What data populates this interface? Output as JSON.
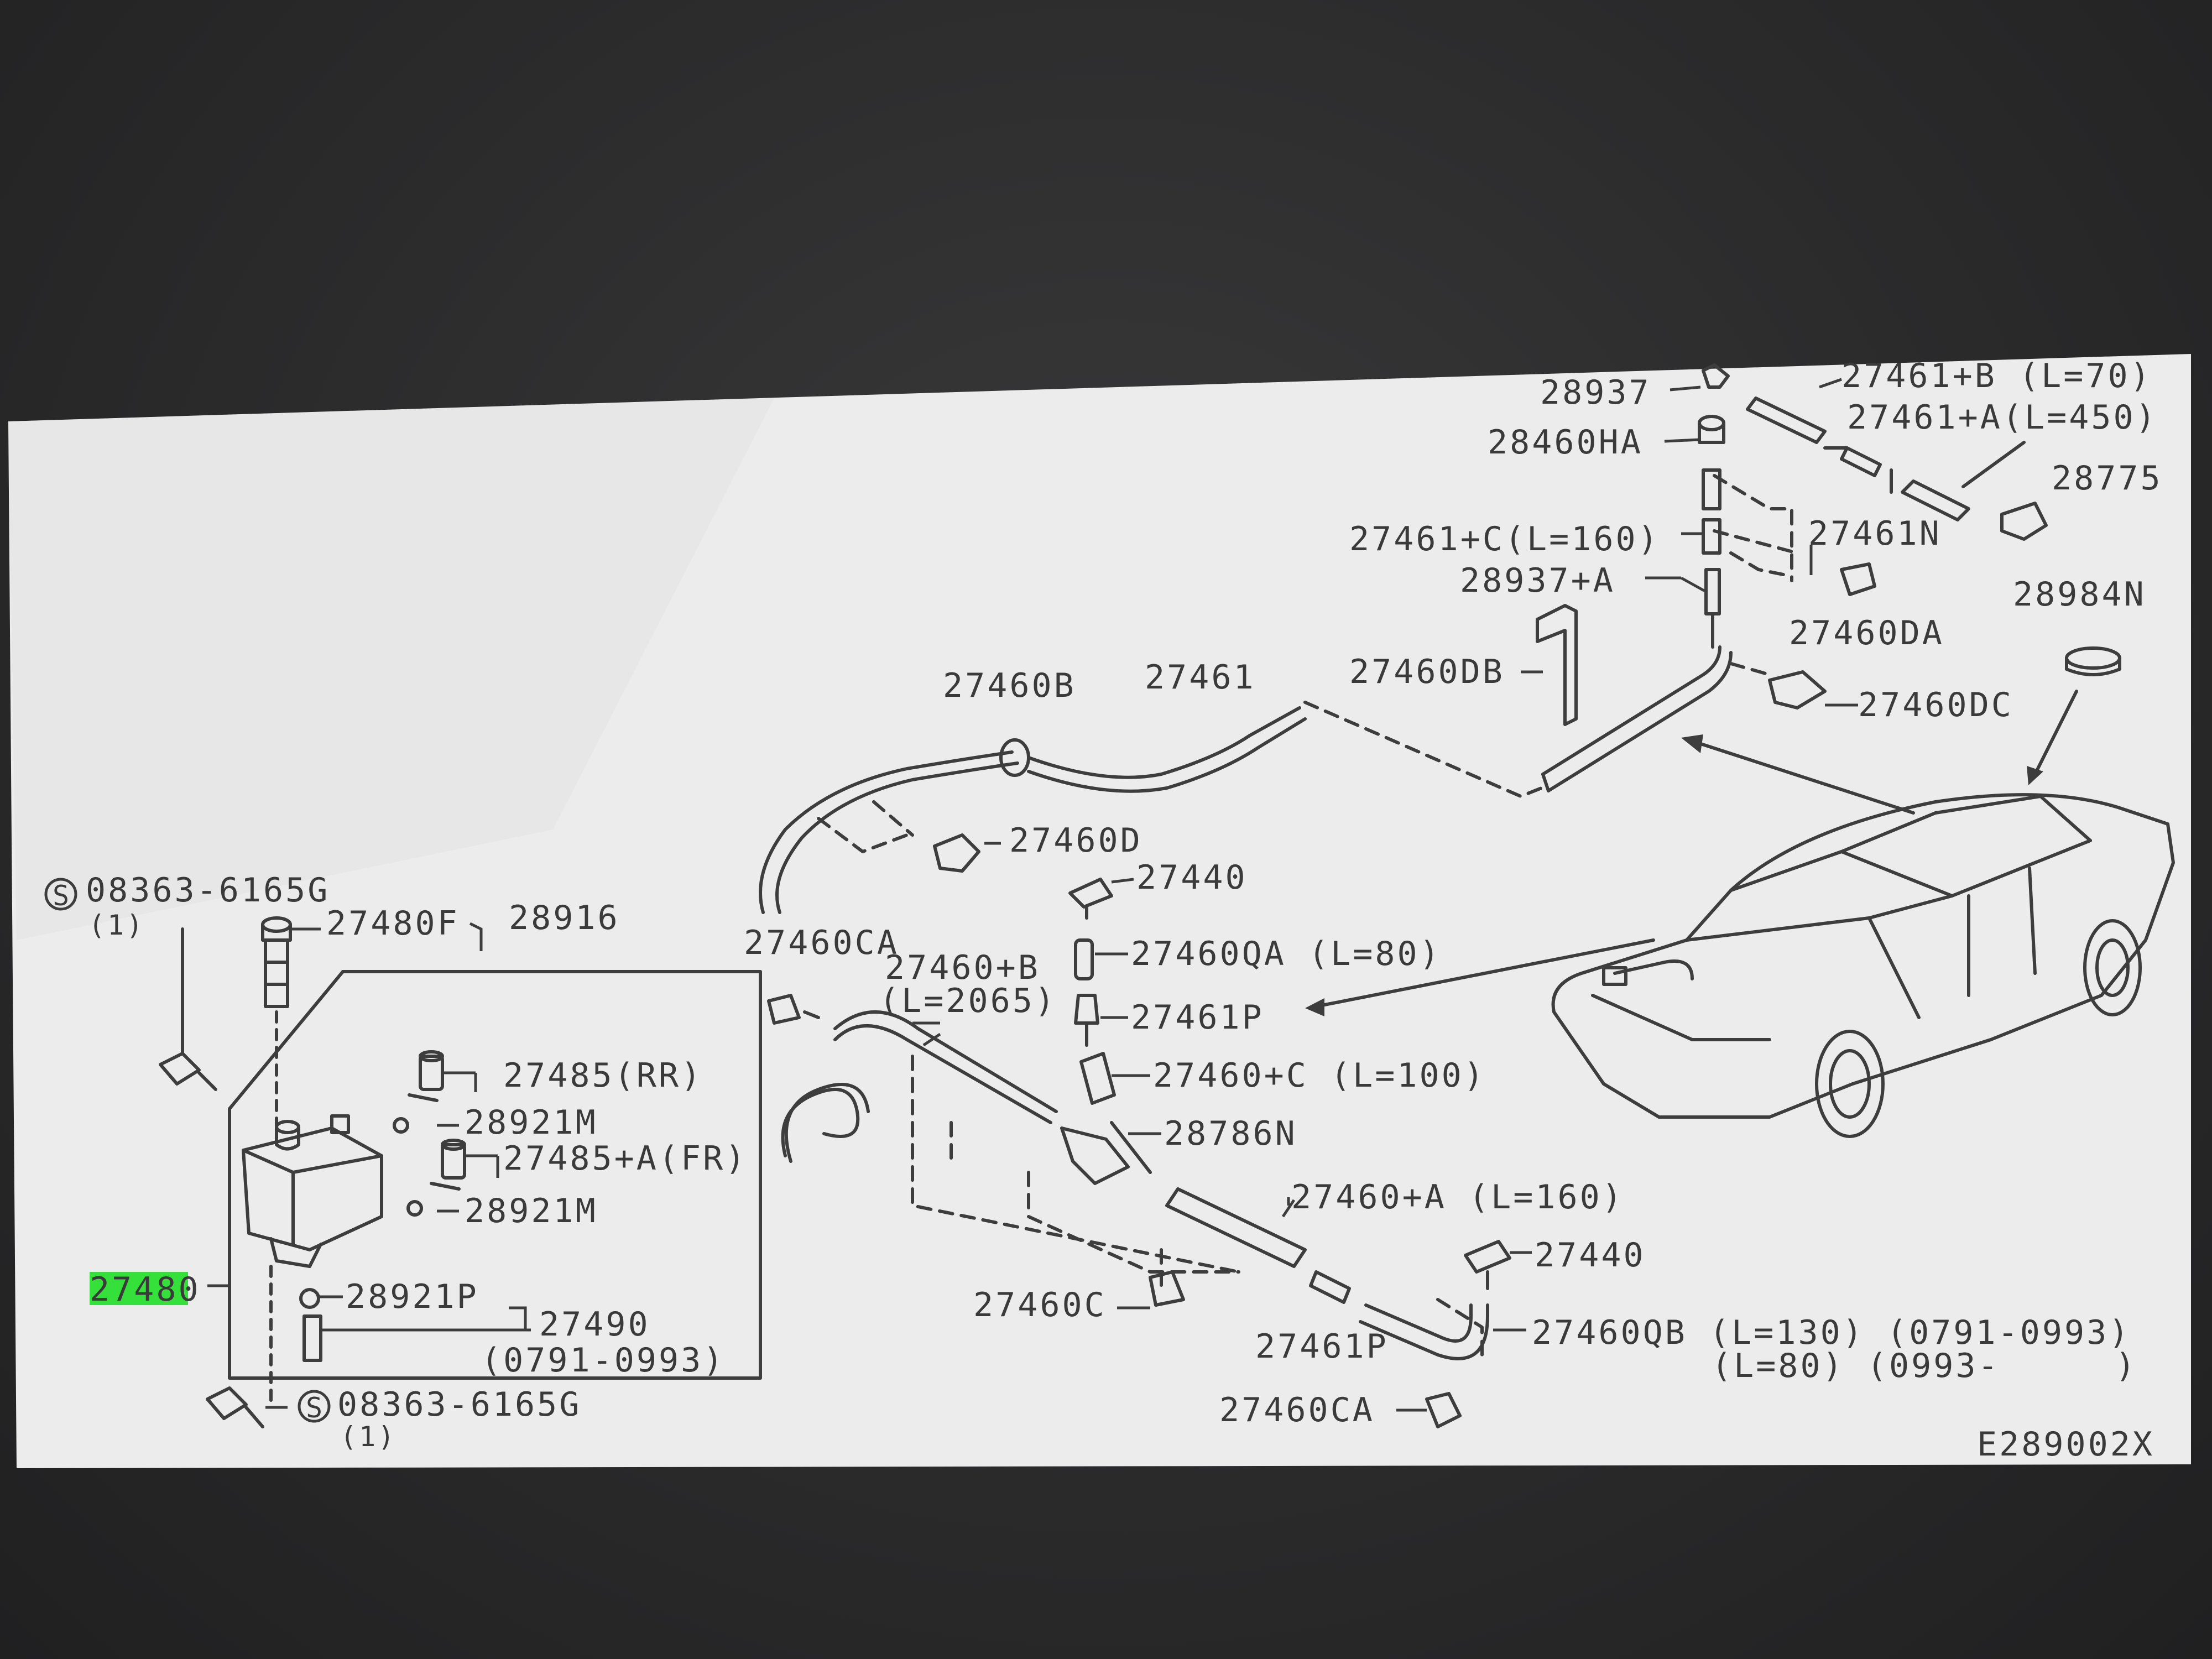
{
  "colors": {
    "paper": "#ededed",
    "ink": "#3d3d3d",
    "highlight": "#35e03a",
    "bezel": "#2f2f30"
  },
  "labels": {
    "p28937": "28937",
    "p27461_b": "27461+B (L=70)",
    "p28460ha": "28460HA",
    "p27461_a": "27461+A(L=450)",
    "p28775": "28775",
    "p27461_c": "27461+C(L=160)",
    "p27461n": "27461N",
    "p28937_a": "28937+A",
    "p28984n": "28984N",
    "p27460da": "27460DA",
    "p27460b": "27460B",
    "p27461": "27461",
    "p27460db": "27460DB",
    "p27460dc": "27460DC",
    "p27460d": "27460D",
    "p27440_top": "27440",
    "p08363_top": "08363-6165G",
    "p08363_top_qty": "(1)",
    "p27480f": "27480F",
    "p28916": "28916",
    "p27460ca_top": "27460CA",
    "p27460_b": "27460+B",
    "p27460_b_len": "(L=2065)",
    "p27460qa": "27460QA (L=80)",
    "p27461p_top": "27461P",
    "p27485rr": "27485(RR)",
    "p28921m_1": "28921M",
    "p27460_c": "27460+C (L=100)",
    "p28786n": "28786N",
    "p27485_a": "27485+A(FR)",
    "p28921m_2": "28921M",
    "p27460_a": "27460+A (L=160)",
    "p27480": "27480",
    "p28921p": "28921P",
    "p27440_bot": "27440",
    "p27490": "27490",
    "p27490_range": "(0791-0993)",
    "p27460c": "27460C",
    "p27461p_bot": "27461P",
    "p27460qb": "27460QB (L=130) (0791-0993)",
    "p27460qb_2": "(L=80) (0993-",
    "p27460qb_close": ")",
    "p08363_bot": "08363-6165G",
    "p08363_bot_qty": "(1)",
    "p27460ca_bot": "27460CA",
    "fig_code": "E289002X",
    "s_symbol": "S"
  }
}
